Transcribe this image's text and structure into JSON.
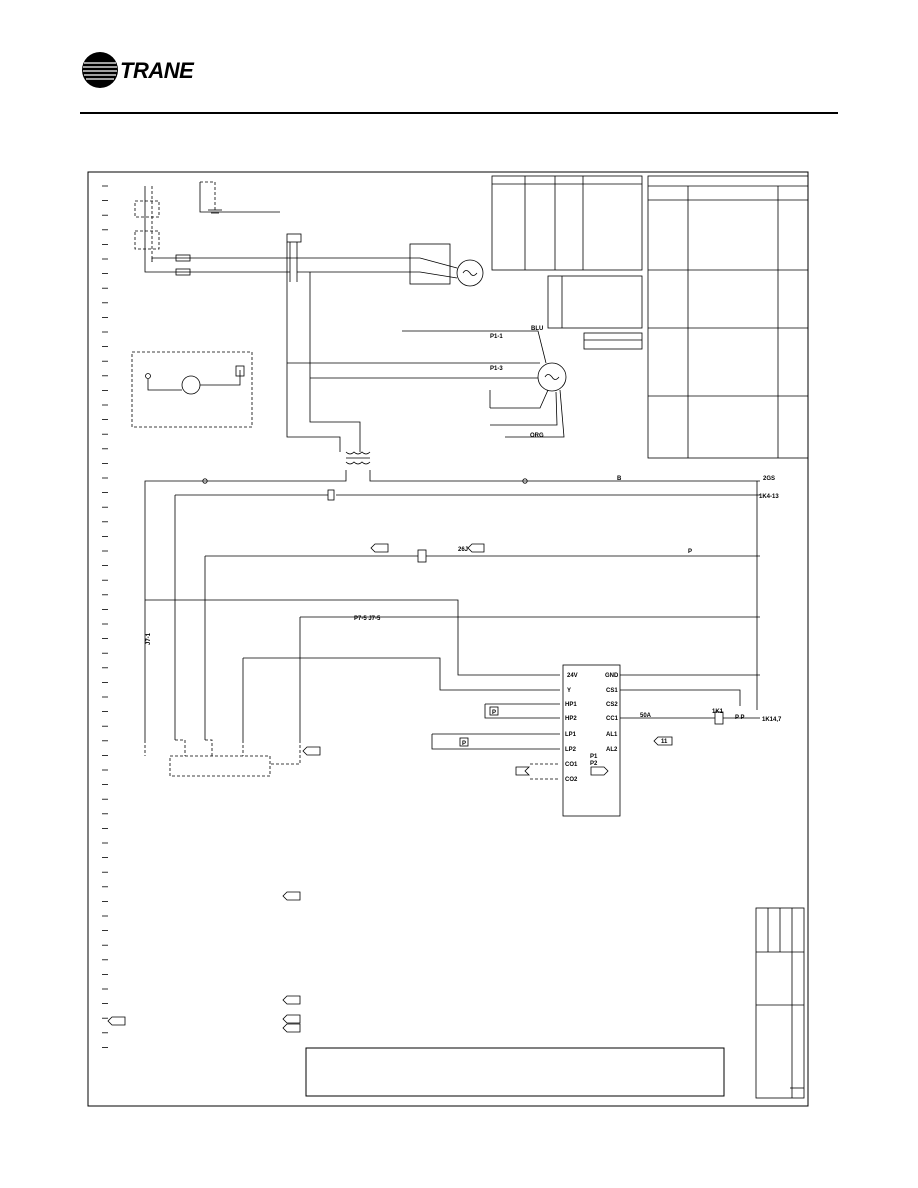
{
  "brand": {
    "name": "TRANE"
  },
  "diagram": {
    "wire_labels": {
      "blu": "BLU",
      "org": "ORG",
      "p1_1": "P1-1",
      "p1_3": "P1-3",
      "b": "B",
      "p": "P",
      "gnd_2gs": "2GS",
      "tk_13": "1K4-13",
      "j26": "26J",
      "p7_j7": "P7-5 J7-5",
      "j7_1": "J7-1",
      "ref_1k4": "1K14,7",
      "p_p": "P P",
      "k1": "1K1",
      "a50": "50A"
    },
    "controller": {
      "left_terminals": [
        "24V",
        "Y",
        "HP1",
        "HP2",
        "LP1",
        "LP2",
        "CO1",
        "CO2"
      ],
      "right_terminals": [
        "GND",
        "CS1",
        "CS2",
        "CC1",
        "AL1",
        "AL2"
      ],
      "p_labels": [
        "P1",
        "P2"
      ]
    },
    "tags": {
      "alarm": "11"
    },
    "switch_labels": {
      "hp": "P",
      "lp": "P"
    }
  }
}
